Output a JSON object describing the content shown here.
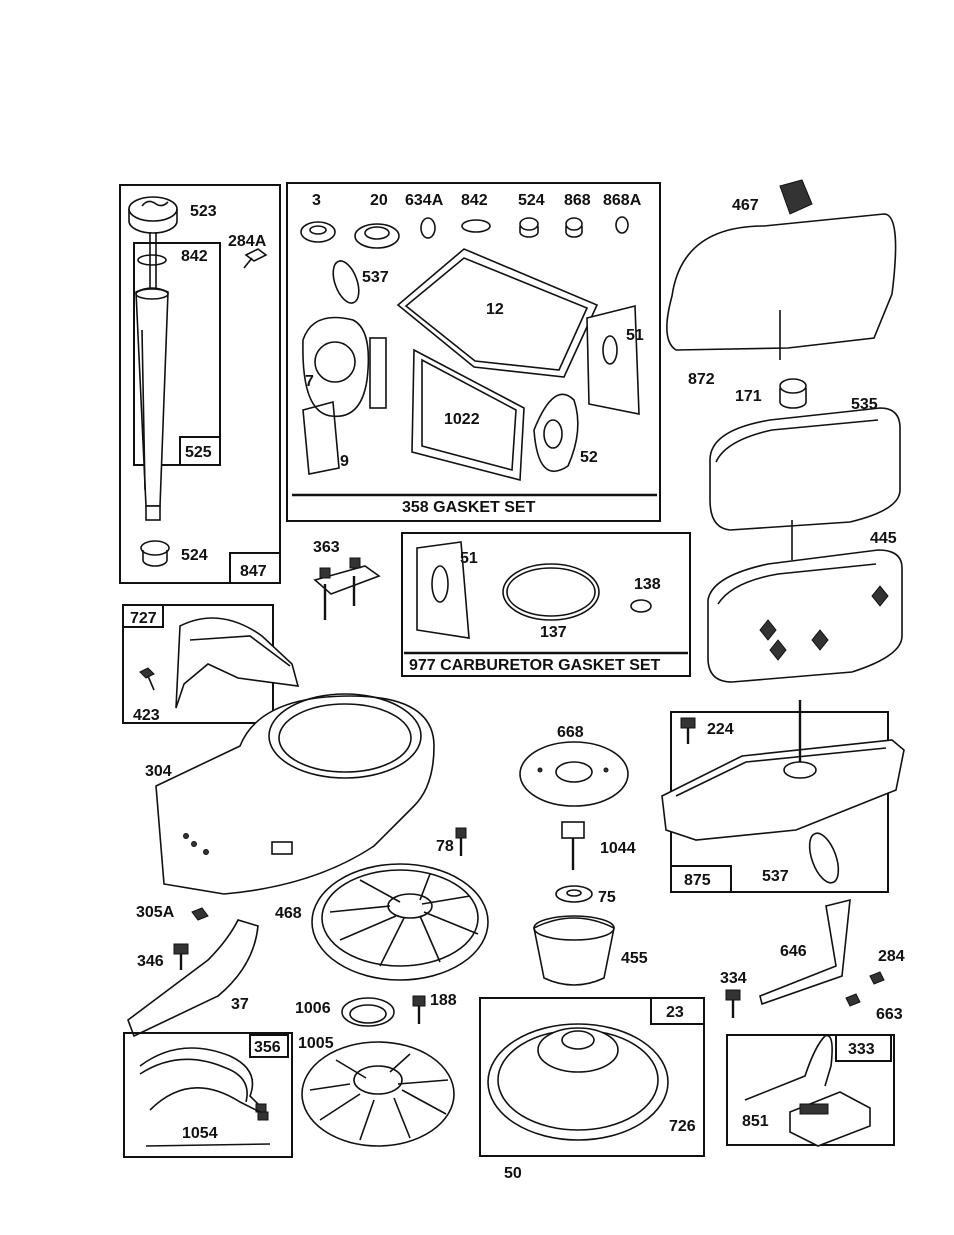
{
  "page_number": "50",
  "assemblies": {
    "gasket_set": "358 GASKET SET",
    "carb_gasket_set": "977 CARBURETOR GASKET SET"
  },
  "labels": {
    "p523": "523",
    "p842a": "842",
    "p284A": "284A",
    "p525": "525",
    "p524a": "524",
    "p847": "847",
    "p3": "3",
    "p20": "20",
    "p634A": "634A",
    "p842b": "842",
    "p524b": "524",
    "p868": "868",
    "p868A": "868A",
    "p537a": "537",
    "p12": "12",
    "p51a": "51",
    "p7": "7",
    "p1022": "1022",
    "p52": "52",
    "p9": "9",
    "p467": "467",
    "p872": "872",
    "p171": "171",
    "p535": "535",
    "p445": "445",
    "p363": "363",
    "p51b": "51",
    "p138": "138",
    "p137": "137",
    "p727": "727",
    "p423": "423",
    "p304": "304",
    "p668": "668",
    "p224": "224",
    "p78": "78",
    "p1044": "1044",
    "p875": "875",
    "p537b": "537",
    "p75": "75",
    "p305A": "305A",
    "p468": "468",
    "p346": "346",
    "p37": "37",
    "p455": "455",
    "p646": "646",
    "p284": "284",
    "p334": "334",
    "p663": "663",
    "p1006": "1006",
    "p188": "188",
    "p1005": "1005",
    "p356": "356",
    "p1054": "1054",
    "p23": "23",
    "p726": "726",
    "p333": "333",
    "p851": "851"
  }
}
